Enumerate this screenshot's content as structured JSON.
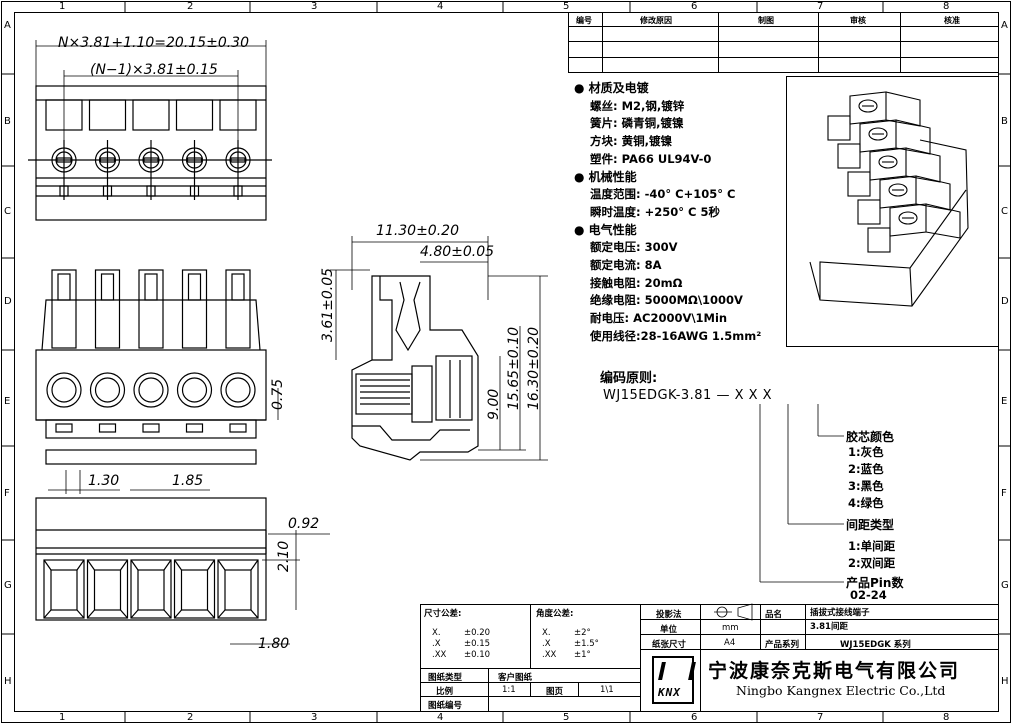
{
  "grid": {
    "cols": [
      "1",
      "2",
      "3",
      "4",
      "5",
      "6",
      "7",
      "8"
    ],
    "rows": [
      "A",
      "B",
      "C",
      "D",
      "E",
      "F",
      "G",
      "H"
    ]
  },
  "revision_table": {
    "headers": [
      "编号",
      "修改原因",
      "制图",
      "审核",
      "核准"
    ]
  },
  "specs": {
    "material_title": "材质及电镀",
    "material_items": [
      "螺丝: M2,钢,镀锌",
      "簧片: 磷青铜,镀镍",
      "方块: 黄铜,镀镍",
      "塑件: PA66 UL94V-0"
    ],
    "mech_title": "机械性能",
    "mech_items": [
      "温度范围: -40° C+105° C",
      "瞬时温度: +250° C 5秒"
    ],
    "elec_title": "电气性能",
    "elec_items": [
      "额定电压: 300V",
      "额定电流: 8A",
      "接触电阻: 20mΩ",
      "绝缘电阻: 5000MΩ\\1000V",
      "耐电压: AC2000V\\1Min",
      "使用线径:28-16AWG 1.5mm²"
    ]
  },
  "coding": {
    "title": "编码原则:",
    "part": "WJ15EDGK-3.81 — X  X  X",
    "color_title": "胶芯颜色",
    "colors": [
      "1:灰色",
      "2:蓝色",
      "3:黑色",
      "4:绿色"
    ],
    "pitch_title": "间距类型",
    "pitches": [
      "1:单间距",
      "2:双间距"
    ],
    "pin_title": "产品Pin数",
    "pin_range": "02-24"
  },
  "dimensions": {
    "total": "N×3.81+1.10=20.15±0.30",
    "pitch": "(N−1)×3.81±0.15",
    "d_130": "1.30",
    "d_185": "1.85",
    "d_075": "0.75",
    "d_092": "0.92",
    "d_210": "2.10",
    "d_180": "1.80",
    "side_1130": "11.30±0.20",
    "side_480": "4.80±0.05",
    "side_361": "3.61±0.05",
    "side_900": "9.00",
    "side_1565": "15.65±0.10",
    "side_1630": "16.30±0.20"
  },
  "title_block": {
    "tol_title": "尺寸公差:",
    "tol_rows": [
      [
        "X.",
        "±0.20"
      ],
      [
        ".X",
        "±0.15"
      ],
      [
        ".XX",
        "±0.10"
      ]
    ],
    "ang_title": "角度公差:",
    "ang_rows": [
      [
        "X.",
        "±2°"
      ],
      [
        ".X",
        "±1.5°"
      ],
      [
        ".XX",
        "±1°"
      ]
    ],
    "projection_label": "投影法",
    "part_label": "品名",
    "part_name": "插拔式接线端子",
    "part_name2": "3.81间距",
    "unit_label": "单位",
    "unit_value": "mm",
    "paper_label": "纸张尺寸",
    "paper_value": "A4",
    "series_label": "产品系列",
    "series_value": "WJ15EDGK 系列",
    "drawing_type_label": "图纸类型",
    "customer_label": "客户图纸",
    "scale_label": "比例",
    "scale_value": "1:1",
    "page_label": "图页",
    "page_value": "1\\1",
    "drawing_no_label": "图纸编号",
    "company_cn": "宁波康奈克斯电气有限公司",
    "company_en": "Ningbo Kangnex Electric Co.,Ltd",
    "logo": "KNX"
  }
}
